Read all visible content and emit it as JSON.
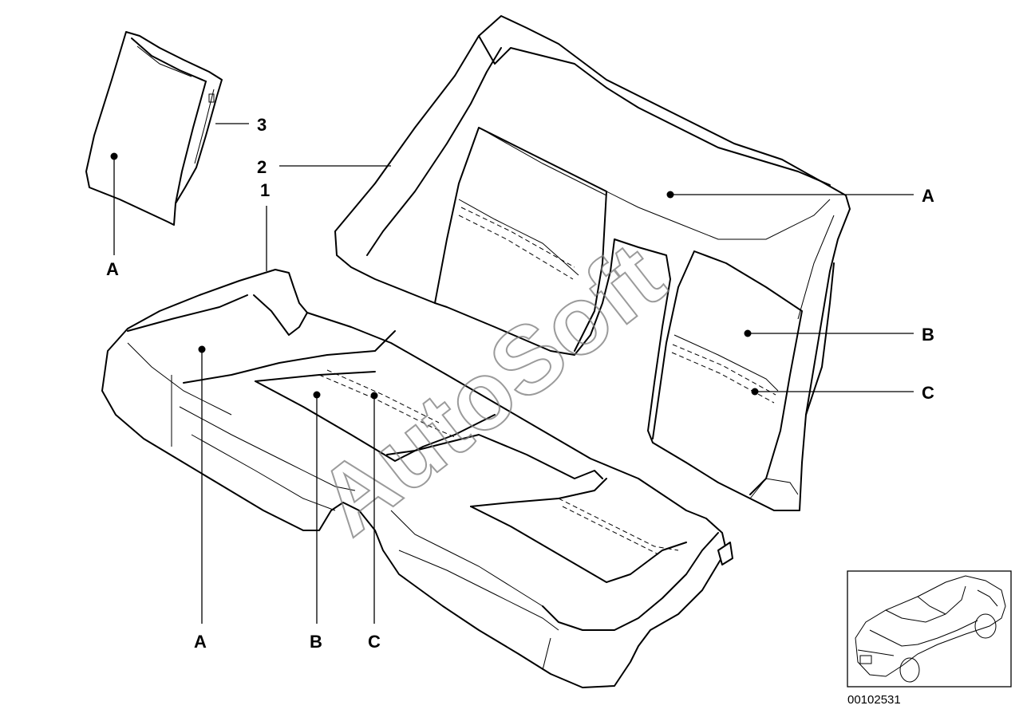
{
  "watermark": "AutoSoft",
  "document_id": "00102531",
  "callouts": {
    "seat_cushion": "1",
    "backrest": "2",
    "side_section": "3"
  },
  "materials": {
    "a": "A",
    "b": "B",
    "c": "C"
  }
}
